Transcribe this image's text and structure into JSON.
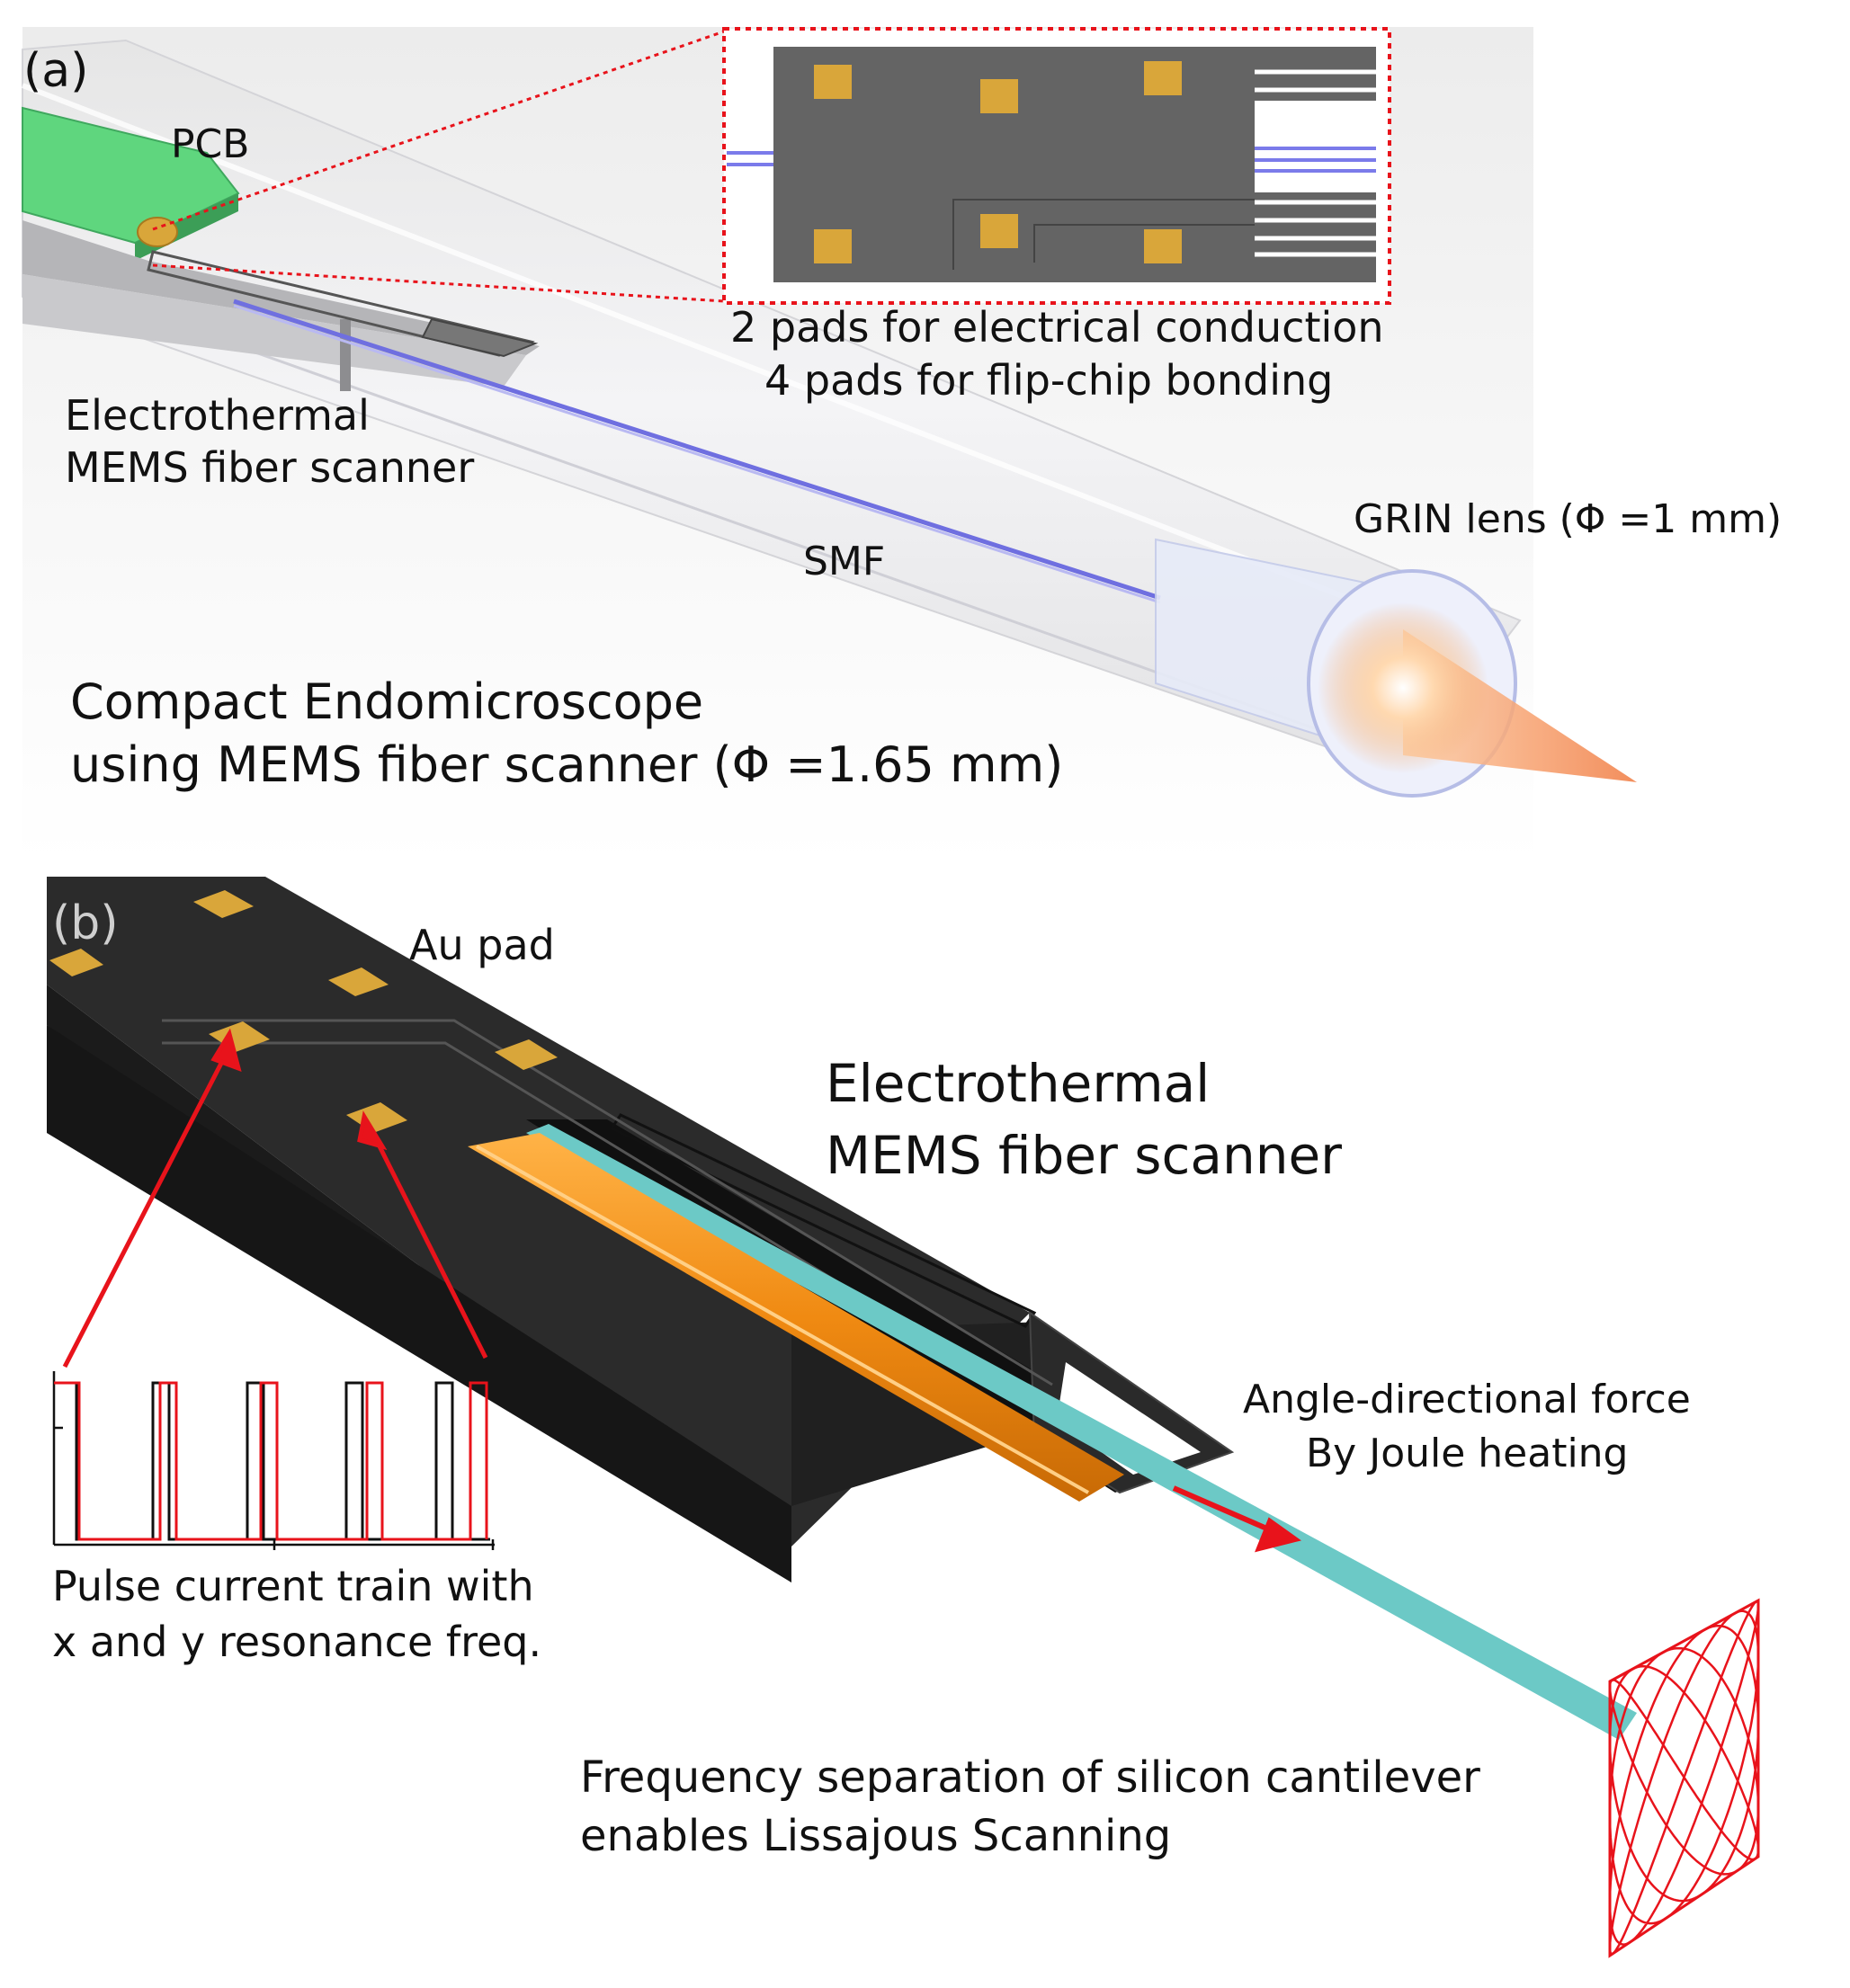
{
  "panel_a": {
    "label": "(a)",
    "pcb": "PCB",
    "inset_caption_line1": "2 pads for electrical conduction",
    "inset_caption_line2": "4 pads for flip-chip bonding",
    "scanner_line1": "Electrothermal",
    "scanner_line2": "MEMS fiber scanner",
    "smf": "SMF",
    "grin": "GRIN lens (Φ =1 mm)",
    "title_line1": "Compact Endomicroscope",
    "title_line2": "using MEMS fiber scanner (Φ =1.65 mm)"
  },
  "panel_b": {
    "label": "(b)",
    "au_pad": "Au pad",
    "scanner_line1": "Electrothermal",
    "scanner_line2": "MEMS fiber scanner",
    "force_line1": "Angle-directional force",
    "force_line2": "By Joule heating",
    "pulse_line1": "Pulse current train with",
    "pulse_line2": "x and y resonance freq.",
    "freq_line1": "Frequency separation of silicon cantilever",
    "freq_line2": "enables Lissajous Scanning"
  },
  "colors": {
    "pcb": "#5fd67e",
    "pad": "#d9a63a",
    "body_dark": "#2b2b2b",
    "fiber_blue": "#6f6fe0",
    "fiber_cyan": "#6cc9c6",
    "heater_orange": "#f0961e",
    "red": "#e8131b"
  },
  "icons": [
    "pcb-board-icon",
    "grin-lens-icon",
    "lissajous-pattern-icon",
    "pulse-train-chart-icon"
  ]
}
